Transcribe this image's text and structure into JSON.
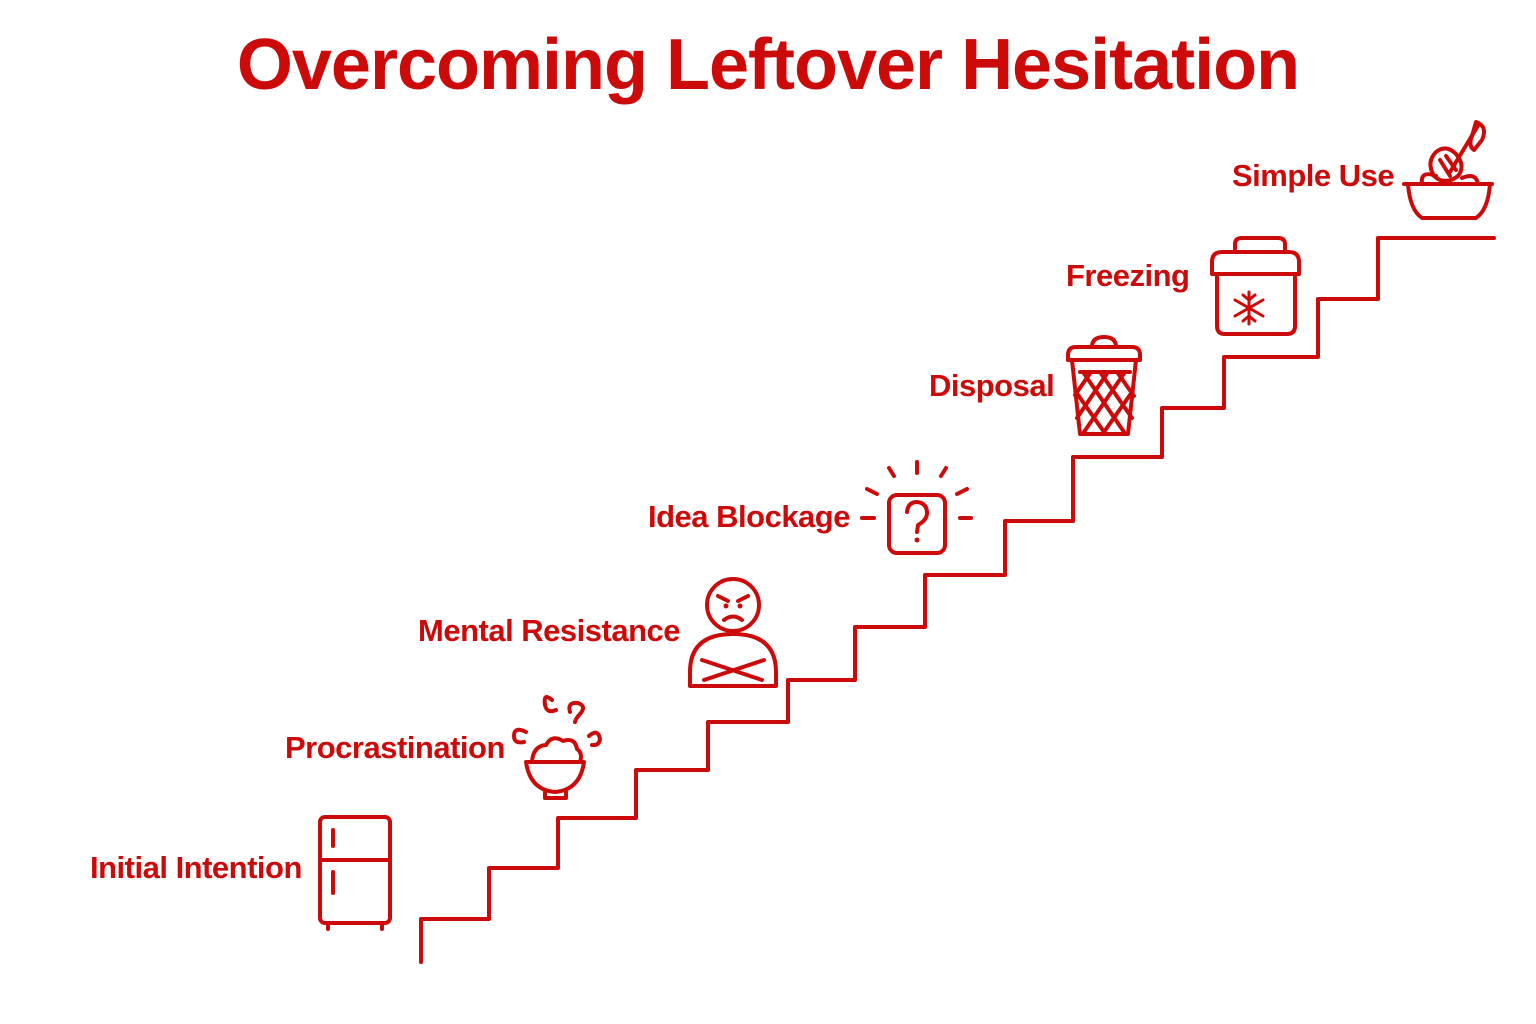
{
  "title": "Overcoming Leftover Hesitation",
  "colors": {
    "accent": "#cc0a0a",
    "background": "#ffffff"
  },
  "steps": [
    {
      "label": "Initial Intention",
      "icon": "refrigerator-icon"
    },
    {
      "label": "Procrastination",
      "icon": "steaming-bowl-icon"
    },
    {
      "label": "Mental Resistance",
      "icon": "frustrated-person-icon"
    },
    {
      "label": "Idea Blockage",
      "icon": "question-box-icon"
    },
    {
      "label": "Disposal",
      "icon": "trash-bin-icon"
    },
    {
      "label": "Freezing",
      "icon": "freezer-container-icon"
    },
    {
      "label": "Simple Use",
      "icon": "mixing-bowl-icon"
    }
  ]
}
